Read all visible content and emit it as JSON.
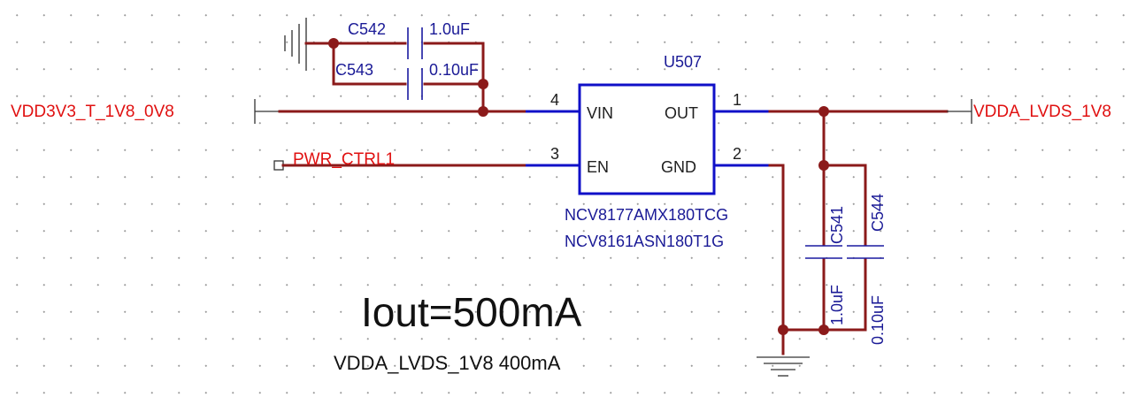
{
  "nets": {
    "input": "VDD3V3_T_1V8_0V8",
    "enable": "PWR_CTRL1",
    "output": "VDDA_LVDS_1V8"
  },
  "regulator": {
    "ref": "U507",
    "part_numbers": [
      "NCV8177AMX180TCG",
      "NCV8161ASN180T1G"
    ],
    "pins": [
      {
        "number": "4",
        "name": "VIN"
      },
      {
        "number": "3",
        "name": "EN"
      },
      {
        "number": "1",
        "name": "OUT"
      },
      {
        "number": "2",
        "name": "GND"
      }
    ]
  },
  "capacitors": [
    {
      "ref": "C542",
      "value": "1.0uF"
    },
    {
      "ref": "C543",
      "value": "0.10uF"
    },
    {
      "ref": "C541",
      "value": "1.0uF"
    },
    {
      "ref": "C544",
      "value": "0.10uF"
    }
  ],
  "notes": {
    "current_limit": "Iout=500mA",
    "load_current": "VDDA_LVDS_1V8 400mA"
  },
  "colors": {
    "wire": "#8b1a1a",
    "pin": "#1010c8",
    "net_label": "#e01010",
    "ref_label": "#1a1a96"
  }
}
